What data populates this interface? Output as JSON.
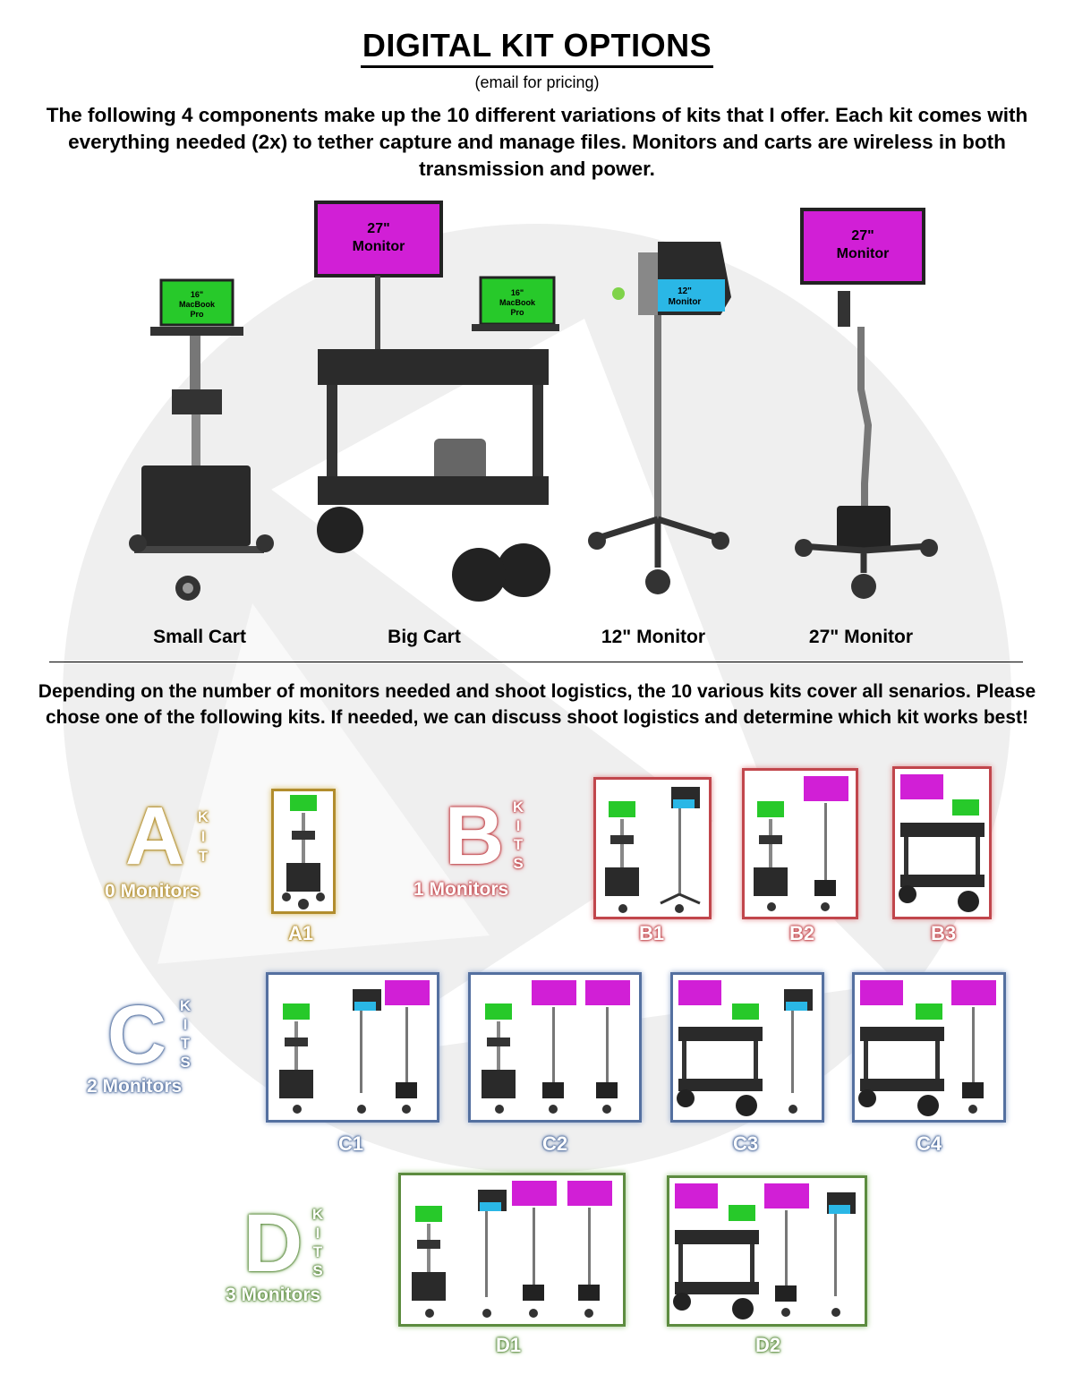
{
  "header": {
    "title": "DIGITAL KIT OPTIONS",
    "subtitle": "(email for pricing)",
    "intro": "The following 4 components make up the 10 different variations of kits that I offer. Each kit comes with everything needed (2x) to tether capture and manage files. Monitors and carts are wireless in both transmission and power."
  },
  "components": {
    "small_cart": {
      "label": "Small Cart",
      "screen": [
        "16\"",
        "MacBook",
        "Pro"
      ]
    },
    "big_cart": {
      "label": "Big Cart",
      "screen_monitor": [
        "27\"",
        "Monitor"
      ],
      "screen_laptop": [
        "16\"",
        "MacBook",
        "Pro"
      ]
    },
    "monitor_12": {
      "label": "12\" Monitor",
      "screen": [
        "12\"",
        "Monitor"
      ]
    },
    "monitor_27": {
      "label": "27\" Monitor",
      "screen": [
        "27\"",
        "Monitor"
      ]
    }
  },
  "section2": {
    "intro": "Depending on the number of monitors needed and shoot logistics, the 10 various kits cover all senarios. Please chose one of the following kits. If needed, we can discuss shoot logistics and determine which kit works best!"
  },
  "kit_groups": {
    "a": {
      "letter": "A",
      "vertical": "KIT",
      "monitors": "0 Monitors"
    },
    "b": {
      "letter": "B",
      "vertical": "KITS",
      "monitors": "1 Monitors"
    },
    "c": {
      "letter": "C",
      "vertical": "KITS",
      "monitors": "2 Monitors"
    },
    "d": {
      "letter": "D",
      "vertical": "KITS",
      "monitors": "3 Monitors"
    }
  },
  "kits": {
    "a1": "A1",
    "b1": "B1",
    "b2": "B2",
    "b3": "B3",
    "c1": "C1",
    "c2": "C2",
    "c3": "C3",
    "c4": "C4",
    "d1": "D1",
    "d2": "D2"
  },
  "colors": {
    "gold": "#b28d2d",
    "red": "#c1464c",
    "blue": "#5470a0",
    "green": "#5d8c40",
    "magenta_screen": "#d11fd6",
    "green_screen": "#27c92a",
    "cyan_screen": "#2ab7e6"
  }
}
